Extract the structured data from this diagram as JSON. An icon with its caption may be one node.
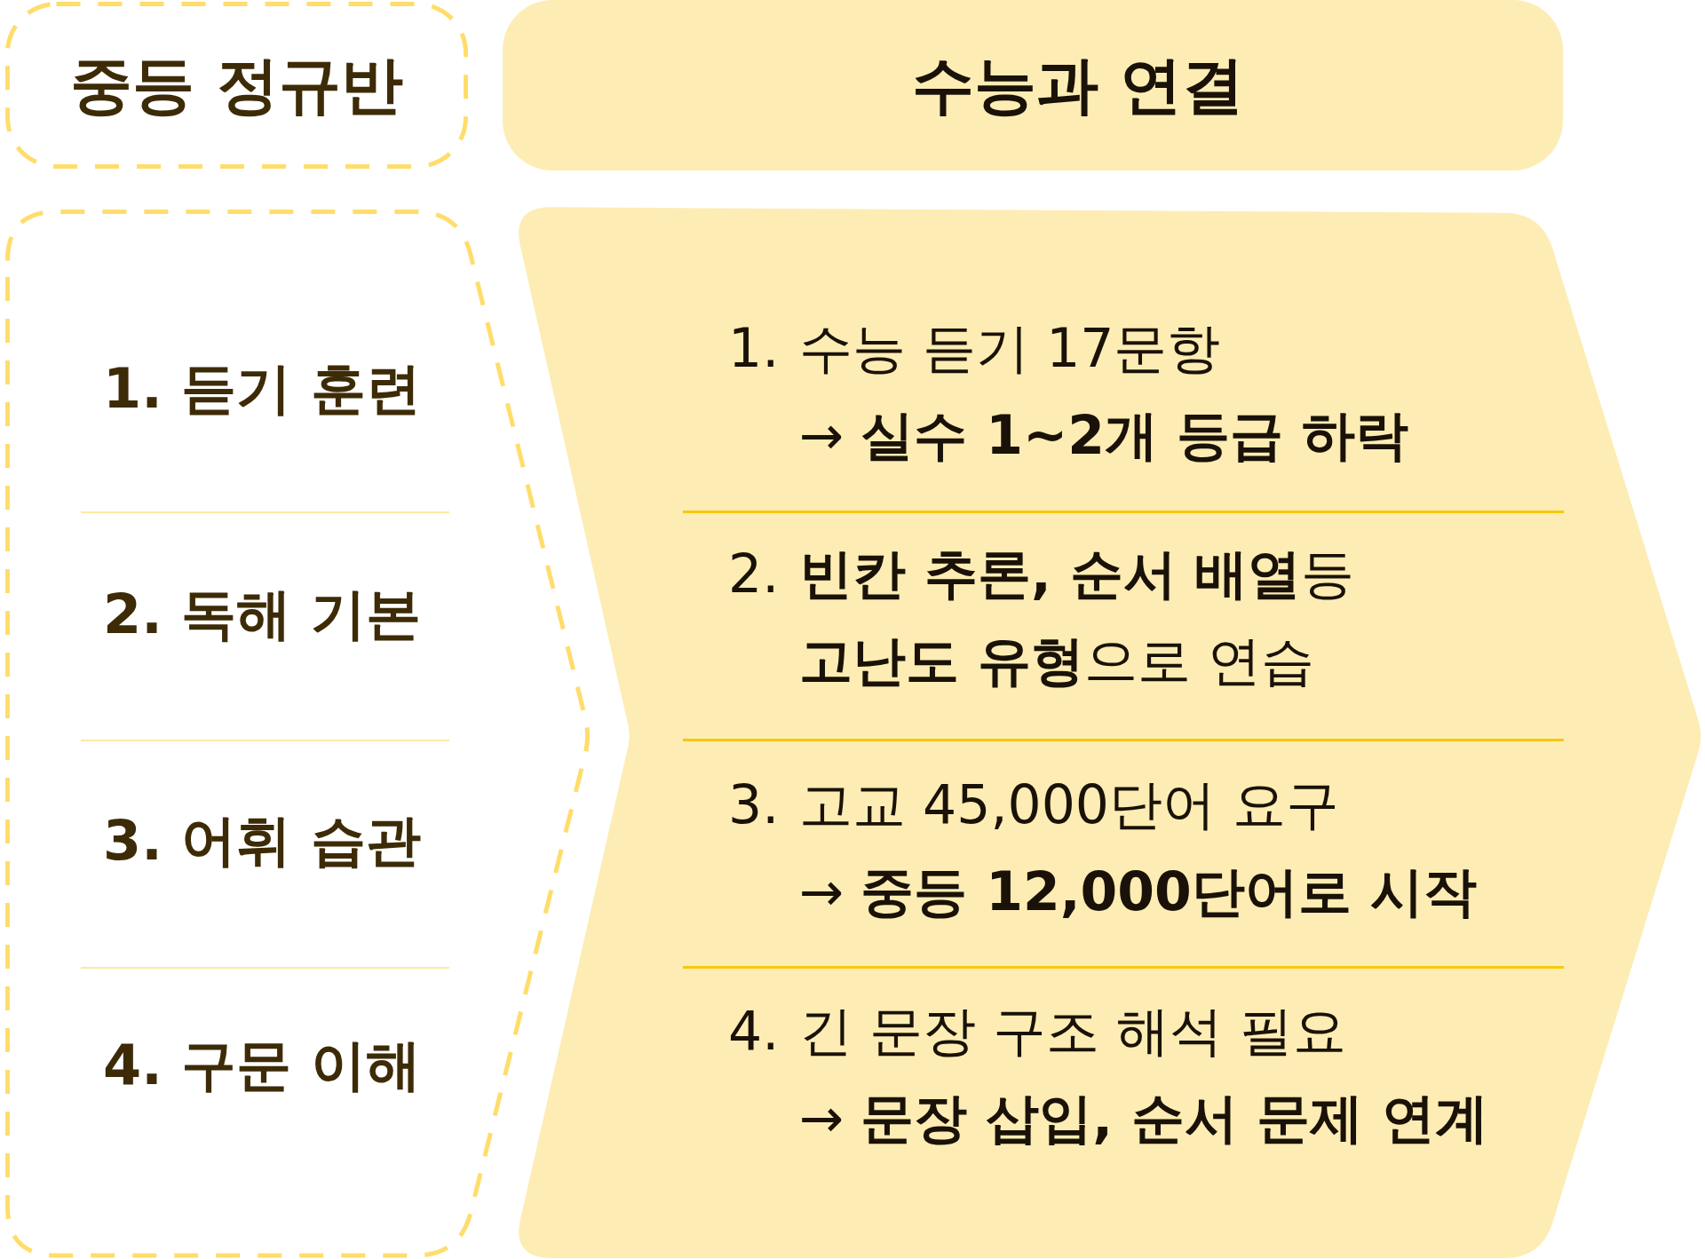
{
  "diagram": {
    "nodes": [
      {
        "text": [
          "중등 정규반"
        ]
      },
      {
        "text": [
          "수능과 연결"
        ]
      },
      {
        "text": [],
        "shape": "chevron"
      },
      {
        "text": [
          "1. 듣기 훈련"
        ],
        "in": 2
      },
      {
        "text": [
          "2. 독해 기본"
        ],
        "in": 2
      },
      {
        "text": [
          "3. 어휘 습관"
        ],
        "in": 2
      },
      {
        "text": [
          "4. 구문 이해"
        ],
        "in": 2
      },
      {
        "text": [],
        "shape": "chevron"
      },
      {
        "text": [
          "1.",
          "수능 듣기 17문항",
          "→ **실수 1~2개 등급 하락**"
        ],
        "in": 7
      },
      {
        "text": [
          "2.",
          "**빈칸 추론, 순서 배열**등 **고난도 유형**으로 연습"
        ],
        "in": 7
      },
      {
        "text": [
          "3.",
          "고교 45,000단어 요구",
          "→ **중등 12,000단어로 시작**"
        ],
        "in": 7
      },
      {
        "text": [
          "4.",
          "긴 문장 구조 해석 필요",
          "→ **문장 삽입, 순서 문제 연계**"
        ],
        "in": 7
      }
    ]
  }
}
